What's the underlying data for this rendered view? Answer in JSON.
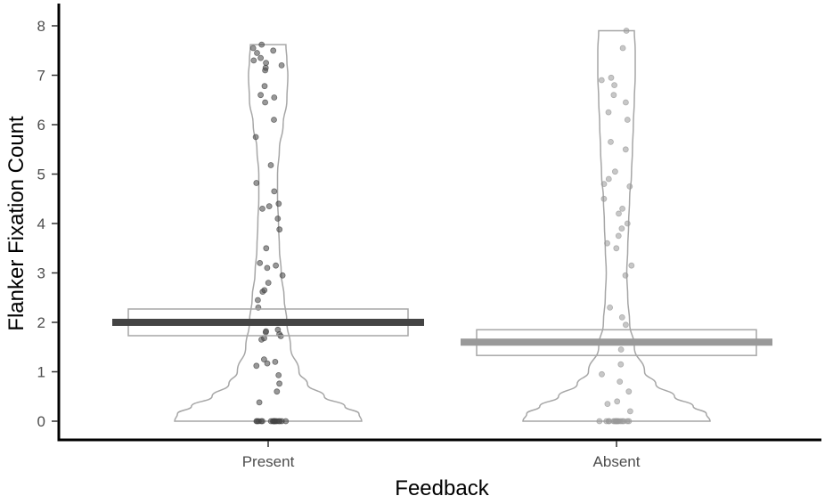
{
  "chart_data": {
    "type": "violin",
    "xlabel": "Feedback",
    "ylabel": "Flanker Fixation Count",
    "ylim": [
      0,
      8
    ],
    "yticks": [
      0,
      1,
      2,
      3,
      4,
      5,
      6,
      7,
      8
    ],
    "grid": false,
    "legend": "none",
    "categories": [
      "Present",
      "Absent"
    ],
    "groups": [
      {
        "category": "Present",
        "color": "#444444",
        "mean": 2.0,
        "ci": [
          1.73,
          2.27
        ],
        "violin_min": 0,
        "violin_max": 7.62,
        "density": [
          [
            0,
            1.0
          ],
          [
            0.15,
            0.97
          ],
          [
            0.3,
            0.82
          ],
          [
            0.5,
            0.6
          ],
          [
            0.75,
            0.42
          ],
          [
            1.0,
            0.33
          ],
          [
            1.5,
            0.24
          ],
          [
            2.0,
            0.2
          ],
          [
            2.5,
            0.17
          ],
          [
            3.0,
            0.14
          ],
          [
            3.5,
            0.12
          ],
          [
            4.0,
            0.11
          ],
          [
            4.5,
            0.1
          ],
          [
            5.0,
            0.1
          ],
          [
            5.5,
            0.12
          ],
          [
            6.0,
            0.16
          ],
          [
            6.5,
            0.2
          ],
          [
            7.0,
            0.21
          ],
          [
            7.3,
            0.2
          ],
          [
            7.62,
            0.19
          ]
        ],
        "points": [
          0,
          0,
          0,
          0,
          0,
          0,
          0,
          0,
          0,
          0,
          0,
          0,
          0,
          0,
          0,
          0,
          0.38,
          0.6,
          0.76,
          0.93,
          1.12,
          1.17,
          1.2,
          1.25,
          1.65,
          1.68,
          1.72,
          1.76,
          1.8,
          1.82,
          1.85,
          2.3,
          2.45,
          2.62,
          2.65,
          2.8,
          2.95,
          3.1,
          3.15,
          3.2,
          3.5,
          3.88,
          4.1,
          4.3,
          4.35,
          4.4,
          4.65,
          4.82,
          5.18,
          5.75,
          6.1,
          6.45,
          6.55,
          6.6,
          6.78,
          7.1,
          7.15,
          7.2,
          7.25,
          7.3,
          7.35,
          7.45,
          7.5,
          7.55,
          7.62
        ]
      },
      {
        "category": "Absent",
        "color": "#999999",
        "mean": 1.6,
        "ci": [
          1.33,
          1.85
        ],
        "violin_min": 0,
        "violin_max": 7.9,
        "density": [
          [
            0,
            1.0
          ],
          [
            0.15,
            0.96
          ],
          [
            0.3,
            0.82
          ],
          [
            0.5,
            0.62
          ],
          [
            0.75,
            0.42
          ],
          [
            1.0,
            0.3
          ],
          [
            1.5,
            0.19
          ],
          [
            2.0,
            0.14
          ],
          [
            2.5,
            0.12
          ],
          [
            3.0,
            0.11
          ],
          [
            3.5,
            0.12
          ],
          [
            4.0,
            0.13
          ],
          [
            4.5,
            0.14
          ],
          [
            5.0,
            0.16
          ],
          [
            5.5,
            0.17
          ],
          [
            6.0,
            0.18
          ],
          [
            6.5,
            0.19
          ],
          [
            7.0,
            0.2
          ],
          [
            7.5,
            0.2
          ],
          [
            7.9,
            0.19
          ]
        ],
        "points": [
          0,
          0,
          0,
          0,
          0,
          0,
          0,
          0,
          0,
          0,
          0,
          0,
          0,
          0,
          0,
          0,
          0.2,
          0.35,
          0.4,
          0.6,
          0.8,
          0.95,
          1.15,
          1.45,
          1.6,
          1.95,
          2.1,
          2.3,
          2.95,
          3.15,
          3.5,
          3.6,
          3.75,
          3.9,
          4.0,
          4.2,
          4.3,
          4.5,
          4.75,
          4.8,
          4.9,
          5.05,
          5.5,
          5.65,
          6.1,
          6.25,
          6.45,
          6.6,
          6.8,
          6.9,
          6.95,
          7.55,
          7.9
        ]
      }
    ]
  }
}
